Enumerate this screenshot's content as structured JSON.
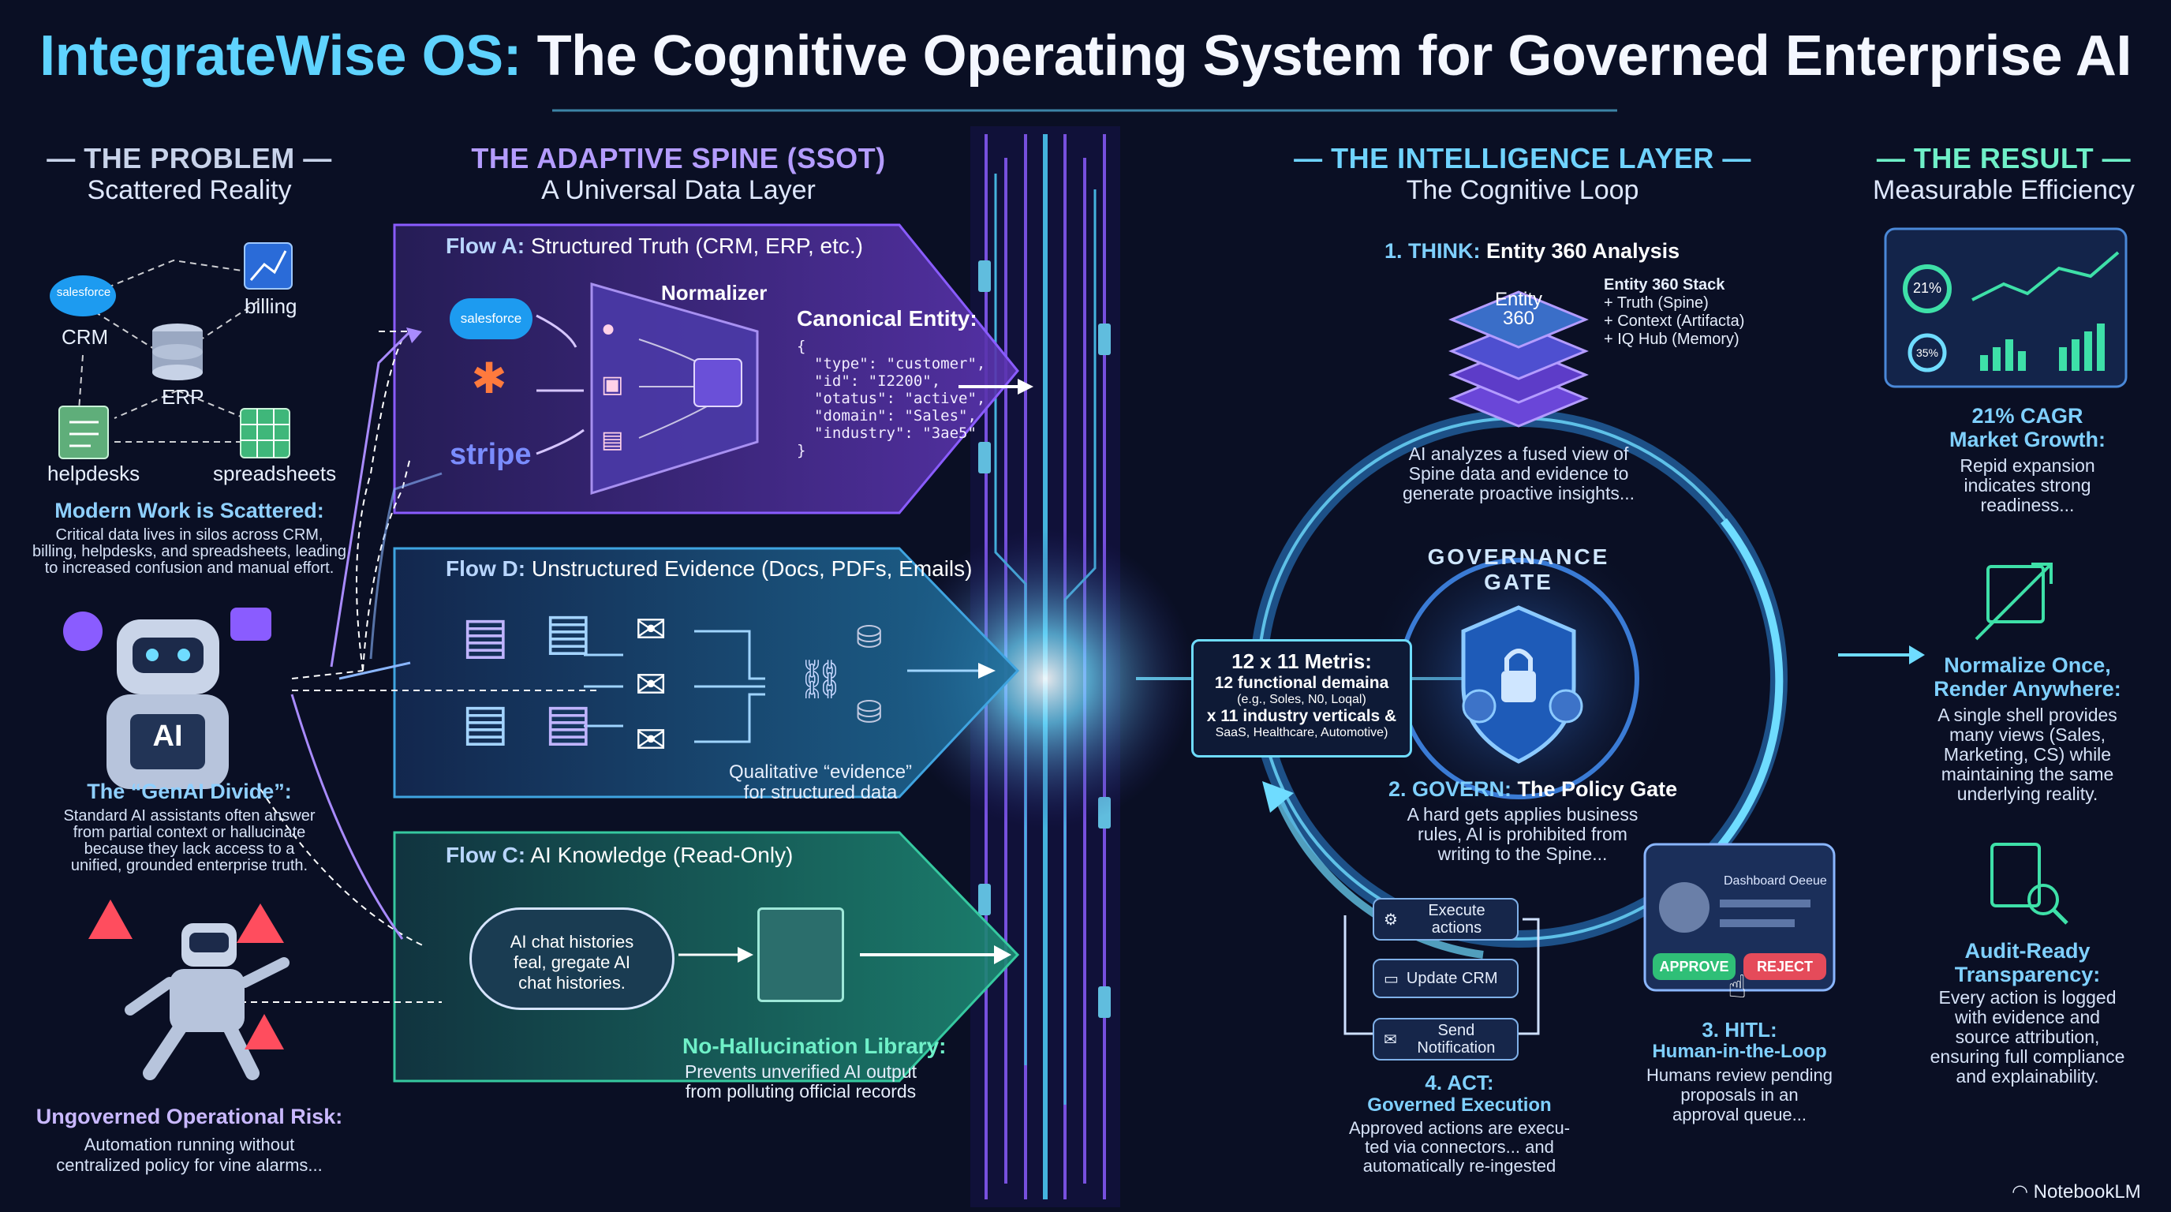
{
  "title": {
    "accent": "IntegrateWise OS:",
    "rest": "The Cognitive Operating System for Governed Enterprise AI"
  },
  "problem": {
    "heading": "— THE PROBLEM —",
    "subheading": "Scattered Reality",
    "sources": {
      "salesforce": "salesforce",
      "crm": "CRM",
      "billing": "billing",
      "erp": "ERP",
      "helpdesks": "helpdesks",
      "spreadsheets": "spreadsheets"
    },
    "scattered_title": "Modern Work is Scattered:",
    "scattered_body": [
      "Critical data lives in silos across CRM,",
      "billing, helpdesks, and spreadsheets, leading",
      "to increased confusion and manual effort."
    ],
    "robot_label": "AI",
    "divide_title": "The “GenAI Divide”:",
    "divide_body": [
      "Standard AI assistants often answer",
      "from partial context or hallucinate",
      "because they lack access to a",
      "unified, grounded enterprise truth."
    ],
    "risk_title": "Ungoverned Operational Risk:",
    "risk_body": [
      "Automation running without",
      "centralized policy for vine alarms..."
    ]
  },
  "spine": {
    "heading": "THE ADAPTIVE SPINE (SSOT)",
    "subheading": "A Universal Data Layer",
    "flow_a": {
      "prefix": "Flow A:",
      "title": "Structured Truth (CRM, ERP, etc.)",
      "logos": {
        "salesforce": "salesforce",
        "stripe": "stripe"
      },
      "normalizer": "Normalizer",
      "canonical_title": "Canonical Entity:",
      "json_lines": [
        "{",
        "\"type\": \"customer\",",
        "\"id\": \"I2200\",",
        "\"otatus\": \"active\",",
        "\"domain\": \"Sales\",",
        "\"industry\": \"3ae5\"",
        "}"
      ]
    },
    "flow_d": {
      "prefix": "Flow D:",
      "title": "Unstructured Evidence (Docs, PDFs, Emails)",
      "caption": [
        "Qualitative “evidence”",
        "for structured data"
      ]
    },
    "flow_c": {
      "prefix": "Flow C:",
      "title": "AI Knowledge (Read-Only)",
      "cloud_text": [
        "AI chat histories",
        "feal, gregate AI",
        "chat histories."
      ],
      "library_title": "No-Hallucination Library:",
      "library_body": [
        "Prevents unverified AI output",
        "from polluting official records"
      ]
    }
  },
  "intelligence": {
    "heading": "— THE INTELLIGENCE LAYER —",
    "subheading": "The Cognitive Loop",
    "think_num": "1. THINK:",
    "think_title": "Entity 360 Analysis",
    "stack_label": [
      "Entity",
      "360"
    ],
    "stack_title": "Entity 360 Stack",
    "stack_items": [
      "+ Truth (Spine)",
      "+ Context (Artifacta)",
      "+ IQ Hub (Memory)"
    ],
    "think_body": [
      "AI analyzes a fused view of",
      "Spine data and evidence to",
      "generate proactive insights..."
    ],
    "gate_label": "GOVERNANCE GATE",
    "metrics_title": "12 x 11 Metris:",
    "metrics_line1": "12 functional demaina",
    "metrics_line2": "(e.g., Soles, N0, Loqal)",
    "metrics_line3": "x 11 industry verticals &",
    "metrics_line4": "SaaS, Healthcare, Automotive)",
    "govern_num": "2. GOVERN:",
    "govern_title": "The Policy Gate",
    "govern_body": [
      "A hard gets applies business",
      "rules, AI is prohibited from",
      "writing to the Spine..."
    ],
    "actions": [
      "Execute actions",
      "Update CRM",
      "Send Notification"
    ],
    "act_title": "4. ACT:",
    "act_sub": "Governed Execution",
    "act_body": [
      "Approved actions are execu-",
      "ted via connectors... and",
      "automatically re-ingested"
    ],
    "dashboard_title": "Dashboard Oeeue",
    "approve": "APPROVE",
    "reject": "REJECT",
    "hitl_title": "3. HITL:",
    "hitl_sub": "Human-in-the-Loop",
    "hitl_body": [
      "Humans review pending",
      "proposals in an",
      "approval queue..."
    ]
  },
  "result": {
    "heading": "— THE RESULT —",
    "subheading": "Measurable Efficiency",
    "gauge1": "21%",
    "gauge2": "35%",
    "cagr_title": [
      "21% CAGR",
      "Market Growth:"
    ],
    "cagr_body": [
      "Repid expansion",
      "indicates strong",
      "readiness..."
    ],
    "norm_title": [
      "Normalize Once,",
      "Render Anywhere:"
    ],
    "norm_body": [
      "A single shell provides",
      "many views (Sales,",
      "Marketing, CS) while",
      "maintaining the same",
      "underlying reality."
    ],
    "audit_title": [
      "Audit-Ready",
      "Transparency:"
    ],
    "audit_body": [
      "Every action is logged",
      "with evidence and",
      "source attribution,",
      "ensuring full compliance",
      "and explainability."
    ]
  },
  "watermark": "NotebookLM",
  "colors": {
    "background": "#0a0f24",
    "cyan": "#5fd3ff",
    "purple": "#9b6bff",
    "green": "#3ee0a8",
    "teal": "#2fb8d8",
    "red": "#ff4d5e"
  }
}
